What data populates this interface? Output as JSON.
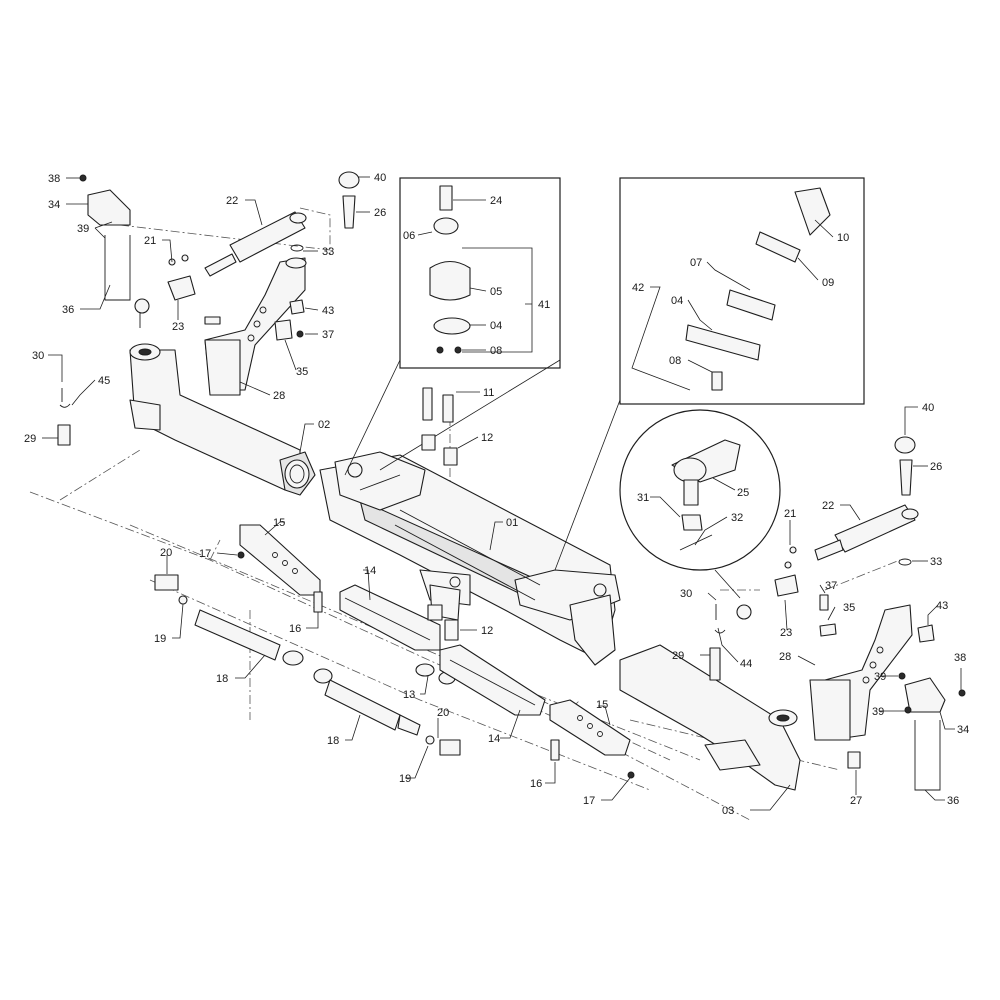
{
  "diagram": {
    "callouts": [
      {
        "id": "38a",
        "label": "38"
      },
      {
        "id": "34a",
        "label": "34"
      },
      {
        "id": "39a",
        "label": "39"
      },
      {
        "id": "36a",
        "label": "36"
      },
      {
        "id": "22a",
        "label": "22"
      },
      {
        "id": "21a",
        "label": "21"
      },
      {
        "id": "23a",
        "label": "23"
      },
      {
        "id": "40a",
        "label": "40"
      },
      {
        "id": "26a",
        "label": "26"
      },
      {
        "id": "33a",
        "label": "33"
      },
      {
        "id": "43a",
        "label": "43"
      },
      {
        "id": "37a",
        "label": "37"
      },
      {
        "id": "35a",
        "label": "35"
      },
      {
        "id": "28a",
        "label": "28"
      },
      {
        "id": "30a",
        "label": "30"
      },
      {
        "id": "45a",
        "label": "45"
      },
      {
        "id": "29a",
        "label": "29"
      },
      {
        "id": "02a",
        "label": "02"
      },
      {
        "id": "24",
        "label": "24"
      },
      {
        "id": "06",
        "label": "06"
      },
      {
        "id": "05",
        "label": "05"
      },
      {
        "id": "41",
        "label": "41"
      },
      {
        "id": "04a",
        "label": "04"
      },
      {
        "id": "08a",
        "label": "08"
      },
      {
        "id": "10",
        "label": "10"
      },
      {
        "id": "09",
        "label": "09"
      },
      {
        "id": "07",
        "label": "07"
      },
      {
        "id": "42",
        "label": "42"
      },
      {
        "id": "04b",
        "label": "04"
      },
      {
        "id": "08b",
        "label": "08"
      },
      {
        "id": "11",
        "label": "11"
      },
      {
        "id": "12a",
        "label": "12"
      },
      {
        "id": "01",
        "label": "01"
      },
      {
        "id": "15a",
        "label": "15"
      },
      {
        "id": "17a",
        "label": "17"
      },
      {
        "id": "20a",
        "label": "20"
      },
      {
        "id": "14a",
        "label": "14"
      },
      {
        "id": "19a",
        "label": "19"
      },
      {
        "id": "16a",
        "label": "16"
      },
      {
        "id": "12b",
        "label": "12"
      },
      {
        "id": "18a",
        "label": "18"
      },
      {
        "id": "13",
        "label": "13"
      },
      {
        "id": "18b",
        "label": "18"
      },
      {
        "id": "20b",
        "label": "20"
      },
      {
        "id": "14b",
        "label": "14"
      },
      {
        "id": "15b",
        "label": "15"
      },
      {
        "id": "19b",
        "label": "19"
      },
      {
        "id": "16b",
        "label": "16"
      },
      {
        "id": "17b",
        "label": "17"
      },
      {
        "id": "25",
        "label": "25"
      },
      {
        "id": "31",
        "label": "31"
      },
      {
        "id": "32",
        "label": "32"
      },
      {
        "id": "21b",
        "label": "21"
      },
      {
        "id": "22b",
        "label": "22"
      },
      {
        "id": "40b",
        "label": "40"
      },
      {
        "id": "26b",
        "label": "26"
      },
      {
        "id": "33b",
        "label": "33"
      },
      {
        "id": "30b",
        "label": "30"
      },
      {
        "id": "37b",
        "label": "37"
      },
      {
        "id": "35b",
        "label": "35"
      },
      {
        "id": "43b",
        "label": "43"
      },
      {
        "id": "23b",
        "label": "23"
      },
      {
        "id": "29b",
        "label": "29"
      },
      {
        "id": "44",
        "label": "44"
      },
      {
        "id": "28b",
        "label": "28"
      },
      {
        "id": "38b",
        "label": "38"
      },
      {
        "id": "39b",
        "label": "39"
      },
      {
        "id": "39c",
        "label": "39"
      },
      {
        "id": "34b",
        "label": "34"
      },
      {
        "id": "03",
        "label": "03"
      },
      {
        "id": "27",
        "label": "27"
      },
      {
        "id": "36b",
        "label": "36"
      }
    ]
  }
}
